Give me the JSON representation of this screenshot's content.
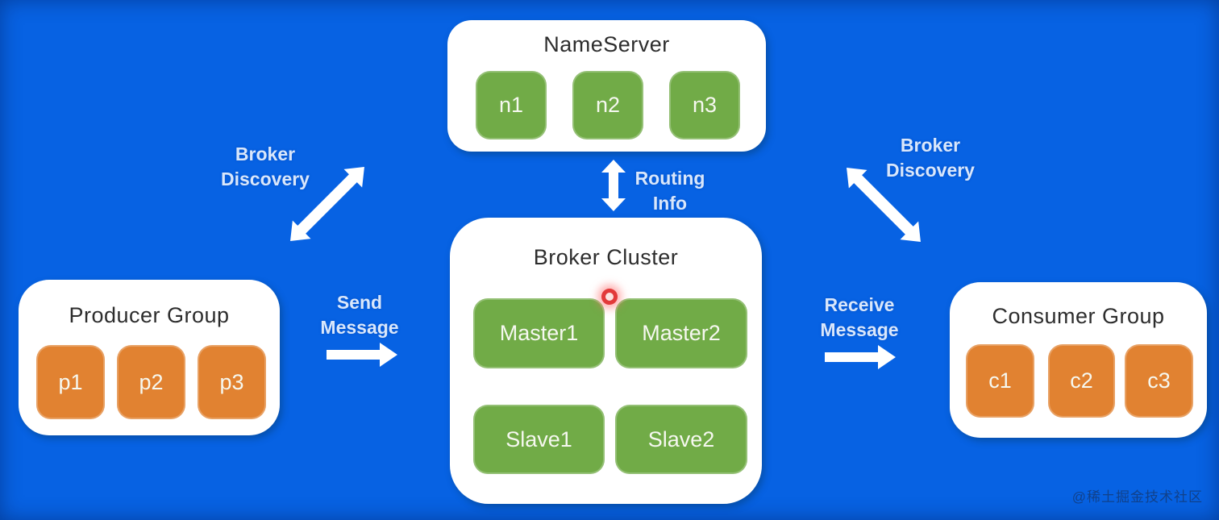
{
  "colors": {
    "background": "#0762e3",
    "node_green": "#71ab47",
    "node_orange": "#e18231",
    "panel_white": "#ffffff",
    "panel_title_text": "#2d2d2d",
    "node_text": "#f6f8f0",
    "arrow_label_text": "#d9e7fb",
    "arrow_fill": "#ffffff",
    "pointer_red": "#e23a3a"
  },
  "panels": {
    "nameserver": {
      "title": "NameServer",
      "nodes": [
        "n1",
        "n2",
        "n3"
      ]
    },
    "broker_cluster": {
      "title": "Broker Cluster",
      "masters": [
        "Master1",
        "Master2"
      ],
      "slaves": [
        "Slave1",
        "Slave2"
      ]
    },
    "producer_group": {
      "title": "Producer Group",
      "nodes": [
        "p1",
        "p2",
        "p3"
      ]
    },
    "consumer_group": {
      "title": "Consumer Group",
      "nodes": [
        "c1",
        "c2",
        "c3"
      ]
    }
  },
  "arrows": {
    "broker_discovery_left": {
      "line1": "Broker",
      "line2": "Discovery"
    },
    "routing_info": {
      "line1": "Routing",
      "line2": "Info"
    },
    "broker_discovery_right": {
      "line1": "Broker",
      "line2": "Discovery"
    },
    "send_message": {
      "line1": "Send",
      "line2": "Message"
    },
    "receive_message": {
      "line1": "Receive",
      "line2": "Message"
    }
  },
  "watermark": "@稀土掘金技术社区"
}
